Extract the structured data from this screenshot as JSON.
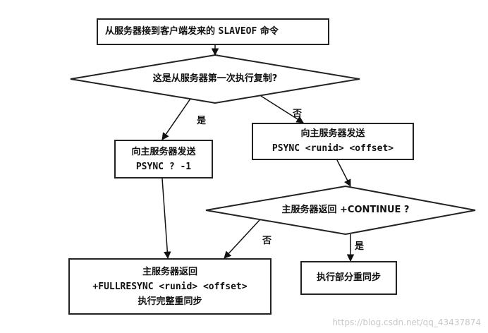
{
  "nodes": {
    "start": {
      "prefix": "从服务器接到客户端发来的 ",
      "cmd": "SLAVEOF",
      "suffix": " 命令"
    },
    "decision1": "这是从服务器第一次执行复制?",
    "left_box": {
      "line1": "向主服务器发送",
      "line2": "PSYNC ? -1"
    },
    "right_box": {
      "line1": "向主服务器发送",
      "line2": "PSYNC <runid> <offset>"
    },
    "decision2": "主服务器返回 +CONTINUE ?",
    "full_box": {
      "line1": "主服务器返回",
      "line2": "+FULLRESYNC <runid> <offset>",
      "line3": "执行完整重同步"
    },
    "partial_box": "执行部分重同步"
  },
  "edge_labels": {
    "d1_yes": "是",
    "d1_no": "否",
    "d2_no": "否",
    "d2_yes": "是"
  },
  "watermark": "https://blog.csdn.net/qq_43437874"
}
